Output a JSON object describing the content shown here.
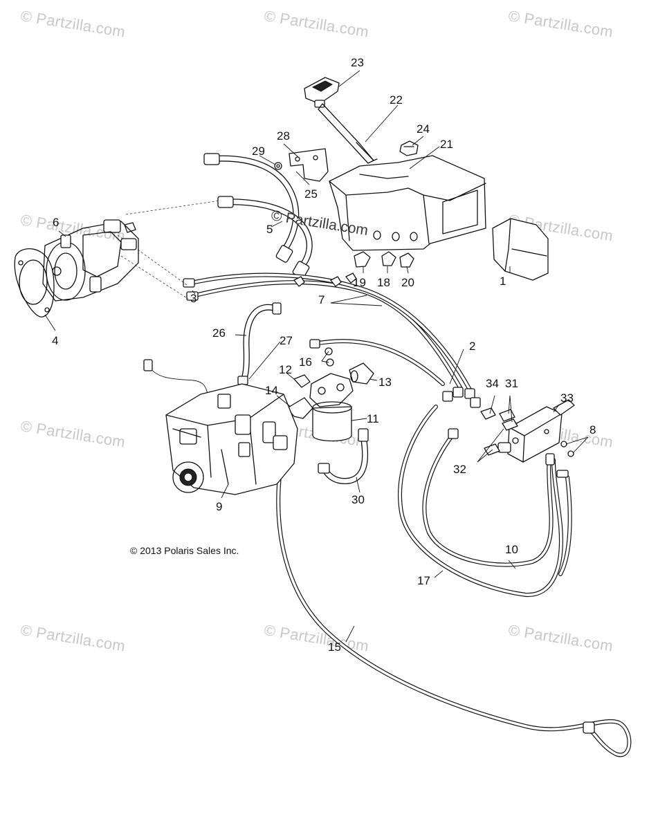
{
  "watermark": {
    "text": "© Partzilla.com",
    "center_text": "© Partzilla.com"
  },
  "copyright": "© 2013 Polaris Sales Inc.",
  "callouts": [
    {
      "id": "1",
      "name": "callout-1"
    },
    {
      "id": "2",
      "name": "callout-2"
    },
    {
      "id": "3",
      "name": "callout-3"
    },
    {
      "id": "4",
      "name": "callout-4"
    },
    {
      "id": "5",
      "name": "callout-5"
    },
    {
      "id": "6",
      "name": "callout-6"
    },
    {
      "id": "7",
      "name": "callout-7"
    },
    {
      "id": "8",
      "name": "callout-8"
    },
    {
      "id": "9",
      "name": "callout-9"
    },
    {
      "id": "10",
      "name": "callout-10"
    },
    {
      "id": "11",
      "name": "callout-11"
    },
    {
      "id": "12",
      "name": "callout-12"
    },
    {
      "id": "13",
      "name": "callout-13"
    },
    {
      "id": "14",
      "name": "callout-14"
    },
    {
      "id": "15",
      "name": "callout-15"
    },
    {
      "id": "16",
      "name": "callout-16"
    },
    {
      "id": "17",
      "name": "callout-17"
    },
    {
      "id": "18",
      "name": "callout-18"
    },
    {
      "id": "19",
      "name": "callout-19"
    },
    {
      "id": "20",
      "name": "callout-20"
    },
    {
      "id": "21",
      "name": "callout-21"
    },
    {
      "id": "22",
      "name": "callout-22"
    },
    {
      "id": "23",
      "name": "callout-23"
    },
    {
      "id": "24",
      "name": "callout-24"
    },
    {
      "id": "25",
      "name": "callout-25"
    },
    {
      "id": "26",
      "name": "callout-26"
    },
    {
      "id": "27",
      "name": "callout-27"
    },
    {
      "id": "28",
      "name": "callout-28"
    },
    {
      "id": "29",
      "name": "callout-29"
    },
    {
      "id": "30",
      "name": "callout-30"
    },
    {
      "id": "31",
      "name": "callout-31"
    },
    {
      "id": "32",
      "name": "callout-32"
    },
    {
      "id": "33",
      "name": "callout-33"
    },
    {
      "id": "34",
      "name": "callout-34"
    }
  ]
}
